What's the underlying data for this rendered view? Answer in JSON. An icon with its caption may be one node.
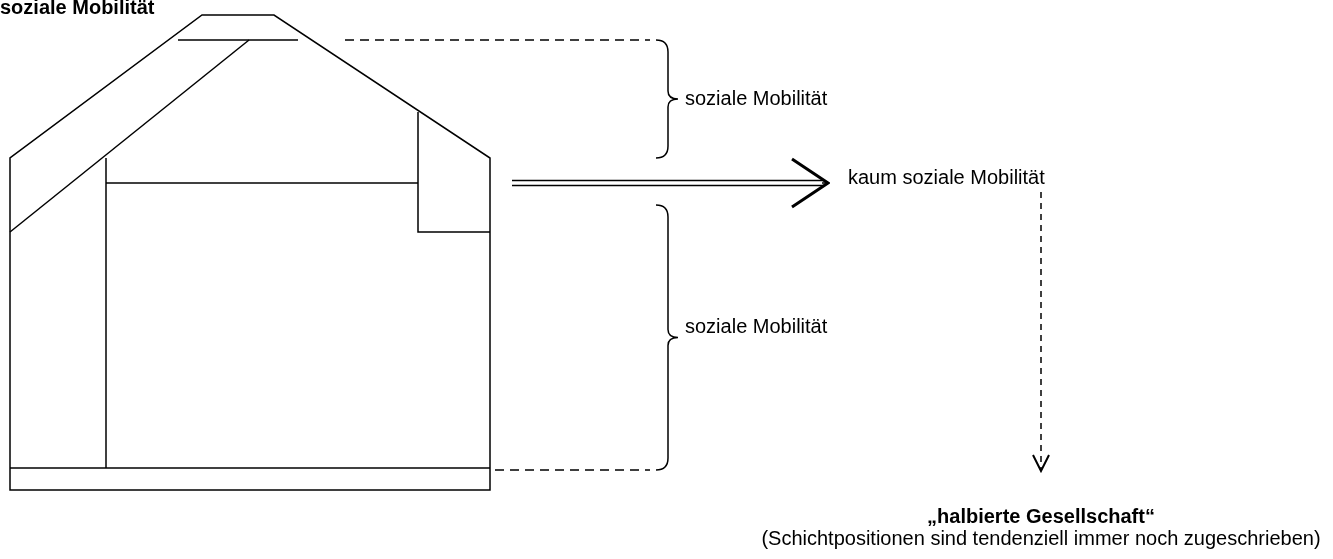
{
  "diagram": {
    "title": "soziale Mobilität",
    "nodes": [
      {
        "text": [],
        "shape": "house"
      },
      {
        "text": [
          "kaum soziale Mobilität"
        ]
      },
      {
        "text": [
          "„halbierte Gesellschaft“",
          "(Schichtpositionen sind tendenziell immer noch zugeschrieben)"
        ]
      }
    ],
    "edges": [
      {
        "from": 0,
        "to": 1,
        "arrow": "to"
      },
      {
        "from": 1,
        "to": 2,
        "arrow": "to",
        "style": "dashed"
      }
    ],
    "labels": [
      "soziale Mobilität",
      "soziale Mobilität"
    ]
  }
}
